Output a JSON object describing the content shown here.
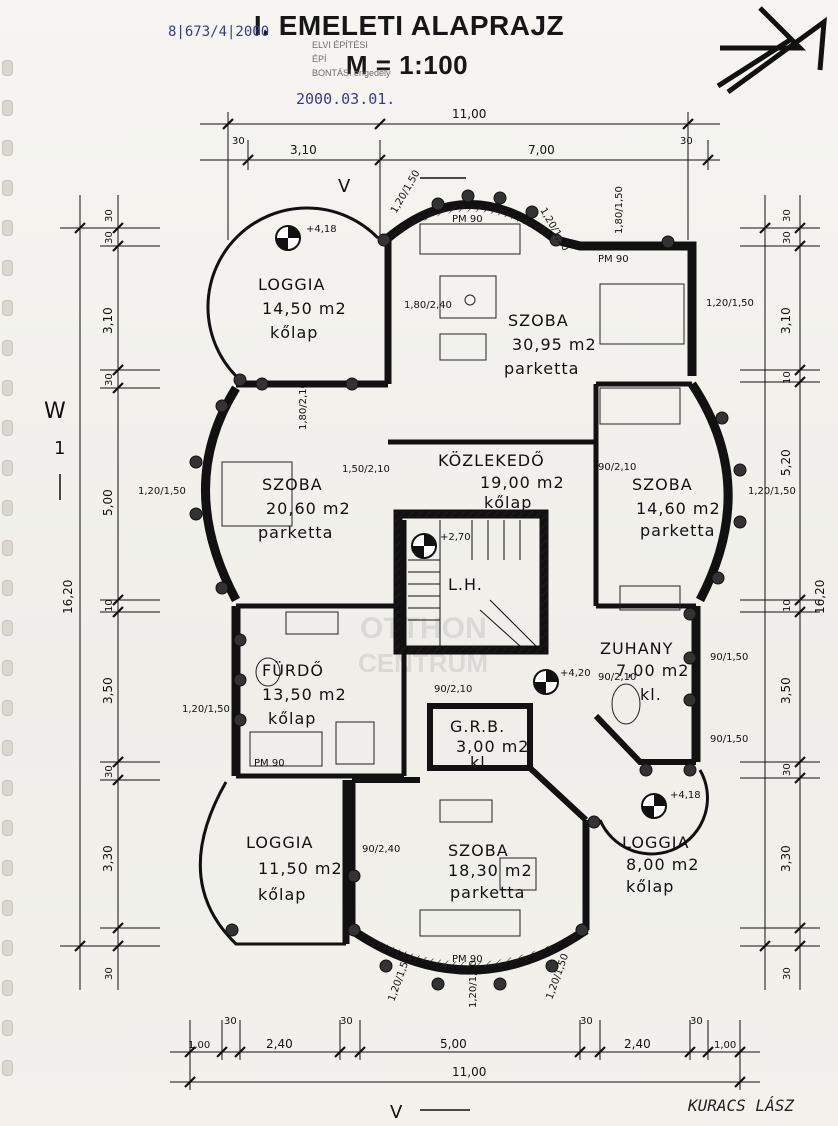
{
  "title": {
    "line1": "I. EMELETI ALAPRAJZ",
    "line2": "M = 1:100"
  },
  "stamp": {
    "file_no": "8|673/4|2000",
    "stamp_line1": "ELVI ÉPÍTÉSI",
    "stamp_line2": "ÉPÍ",
    "stamp_line3": "BONTÁSI engedély",
    "date": "2000.03.01."
  },
  "signature": "KURACS LÁSZ",
  "section_marks": {
    "v_top": "V",
    "v_bottom": "V",
    "w_left": "W",
    "w_num": "1"
  },
  "rooms": [
    {
      "name": "LOGGIA",
      "area": "14,50 m2",
      "floor": "kőlap"
    },
    {
      "name": "SZOBA",
      "area": "30,95 m2",
      "floor": "parketta"
    },
    {
      "name": "SZOBA",
      "area": "20,60 m2",
      "floor": "parketta"
    },
    {
      "name": "KÖZLEKEDŐ",
      "area": "19,00 m2",
      "floor": "kőlap"
    },
    {
      "name": "SZOBA",
      "area": "14,60 m2",
      "floor": "parketta"
    },
    {
      "name": "L.H.",
      "area": "",
      "floor": ""
    },
    {
      "name": "FÜRDŐ",
      "area": "13,50 m2",
      "floor": "kőlap"
    },
    {
      "name": "ZUHANY",
      "area": "7,00 m2",
      "floor": "kl."
    },
    {
      "name": "G.R.B.",
      "area": "3,00 m2",
      "floor": "kl."
    },
    {
      "name": "SZOBA",
      "area": "18,30 m2",
      "floor": "parketta"
    },
    {
      "name": "LOGGIA",
      "area": "11,50 m2",
      "floor": "kőlap"
    },
    {
      "name": "LOGGIA",
      "area": "8,00 m2",
      "floor": "kőlap"
    }
  ],
  "levels": [
    "+4,18",
    "+2,70",
    "+4,20",
    "+4,18"
  ],
  "dimensions": {
    "top_total": "11,00",
    "top_segments": [
      "30",
      "3,10",
      "7,00",
      "30"
    ],
    "bottom_total": "11,00",
    "bottom_segments": [
      "1,00",
      "30",
      "2,40",
      "30",
      "5,00",
      "30",
      "2,40",
      "30",
      "1,00"
    ],
    "left_total": "16,20",
    "left_segments": [
      "30",
      "30",
      "3,10",
      "30",
      "5,00",
      "10",
      "3,50",
      "30",
      "3,30",
      "30"
    ],
    "right_total": "16,20",
    "right_segments": [
      "30",
      "30",
      "3,10",
      "10",
      "5,20",
      "10",
      "3,50",
      "30",
      "3,30",
      "30"
    ],
    "openings": [
      "1,20/1,50",
      "1,80/2,40",
      "1,20/1,50",
      "1,80/1,50",
      "1,20/1,50",
      "1,50/2,10",
      "1,80/2,10",
      "90/2,10",
      "1,20/1,50",
      "1,20/1,50",
      "90/2,10",
      "90/2,10",
      "90/1,50",
      "1,20/1,50",
      "90/1,50",
      "90/2,40",
      "1,20/1,50",
      "1,20/1,50",
      "1,20/1,50"
    ],
    "pm": [
      "PM 90",
      "PM 90",
      "PM 90",
      "PM 90"
    ]
  },
  "watermark": {
    "line1": "OTTHON",
    "line2": "CENTRUM"
  }
}
